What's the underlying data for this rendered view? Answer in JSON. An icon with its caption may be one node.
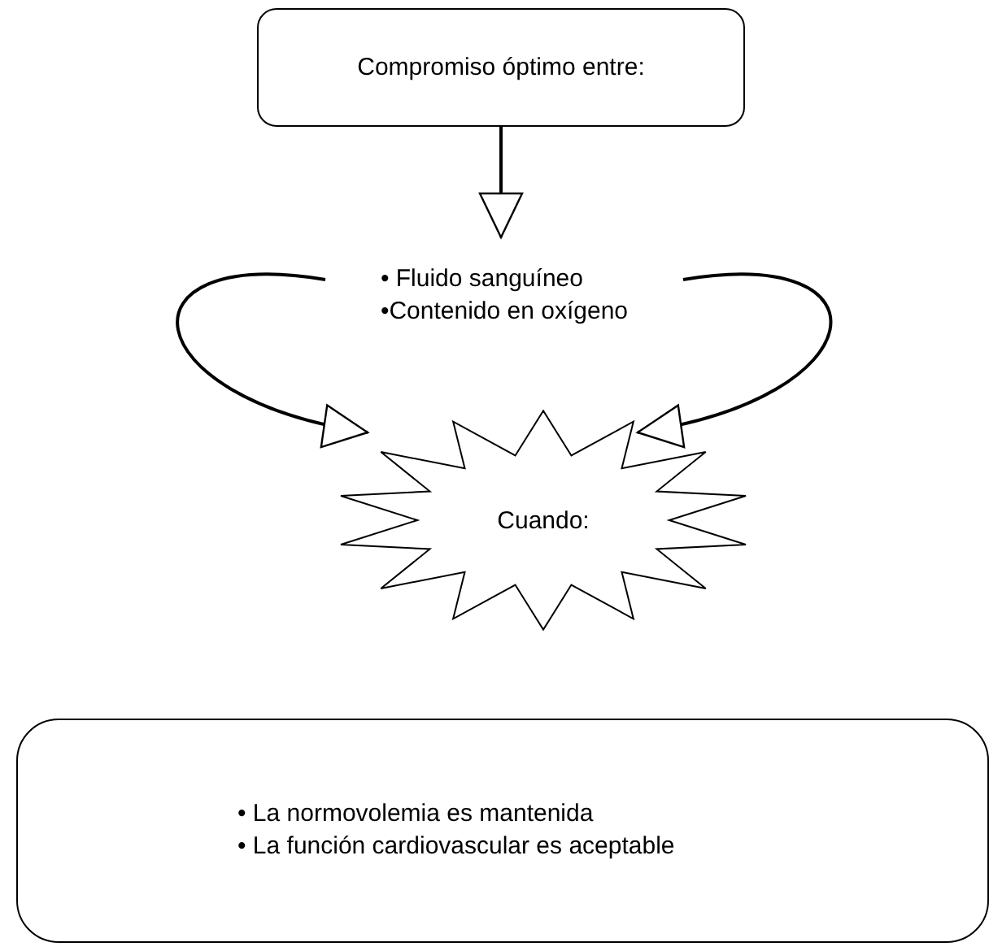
{
  "diagram": {
    "nodes": [
      {
        "text": [
          "Compromiso óptimo entre:"
        ]
      },
      {
        "text": [
          "• Fluido sanguíneo",
          "•Contenido en oxígeno"
        ]
      },
      {
        "text": [
          "Cuando:"
        ]
      },
      {
        "text": [
          "• La normovolemia es mantenida",
          "• La función cardiovascular es aceptable"
        ]
      }
    ],
    "edges": [
      {
        "from": 0,
        "to": 1,
        "arrow": "to"
      },
      {
        "from": 1,
        "to": 2,
        "arrow": "to"
      },
      {
        "from": 1,
        "to": 2,
        "arrow": "to"
      }
    ]
  }
}
